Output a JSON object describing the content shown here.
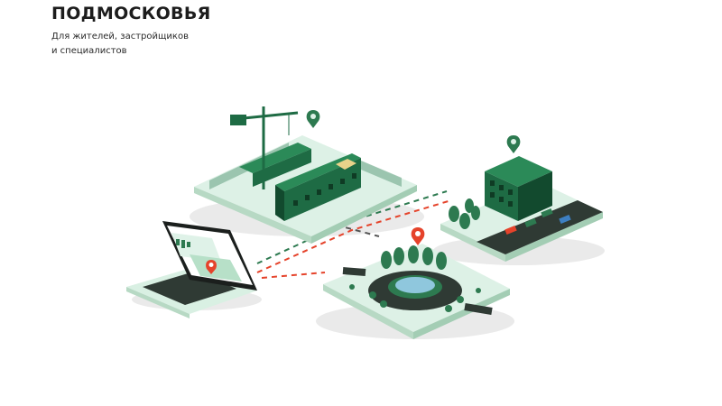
{
  "header": {
    "title": "ПОДМОСКОВЬЯ",
    "subtitle_line1": "Для жителей, застройщиков",
    "subtitle_line2": "и специалистов"
  },
  "illustration": {
    "items": [
      "construction-site",
      "residential-building",
      "park-fountain",
      "laptop"
    ],
    "colors": {
      "platform": "#ddf1e6",
      "platform_side": "#b7d9c4",
      "building": "#1e6b44",
      "building_dark": "#124a2e",
      "accent_red": "#e5432b",
      "pin_green": "#2d7a50",
      "line_dark": "#2b4a38"
    }
  }
}
